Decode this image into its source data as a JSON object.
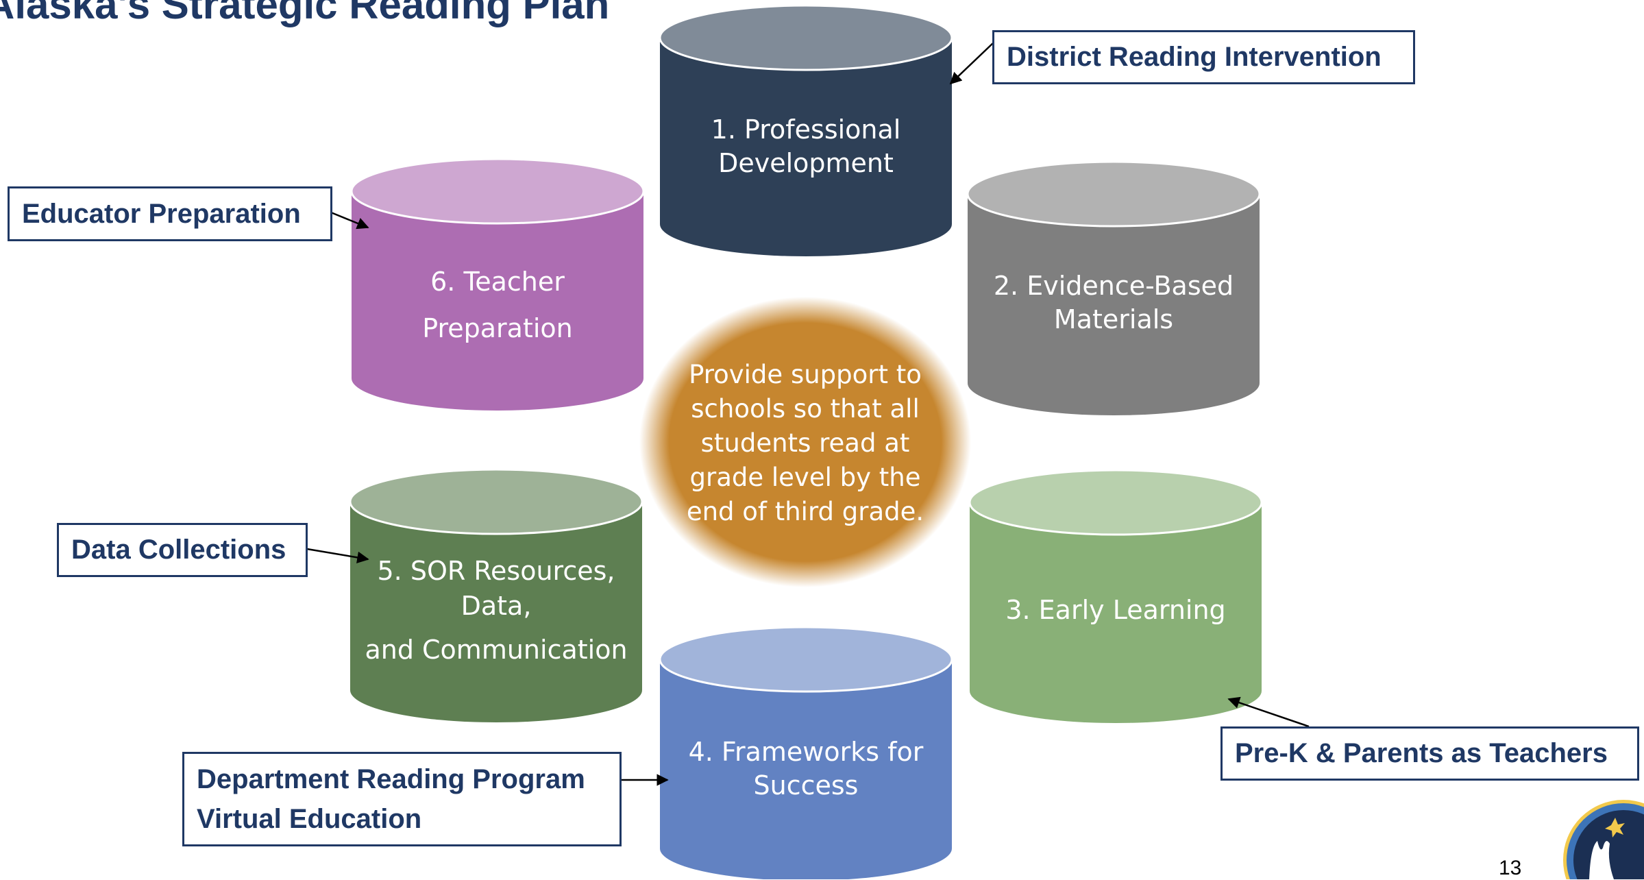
{
  "title": "Alaska's Strategic Reading Plan",
  "center": {
    "text": "Provide support to schools so that all students read at grade level by the end of third grade.",
    "color": "#c6862f"
  },
  "pillars": [
    {
      "id": "p1",
      "lines": [
        "1. Professional",
        "Development"
      ],
      "body_color": "#2e4057",
      "top_color": "#808b98"
    },
    {
      "id": "p2",
      "lines": [
        "2. Evidence-Based",
        "Materials"
      ],
      "body_color": "#7f7f7f",
      "top_color": "#b2b2b2"
    },
    {
      "id": "p3",
      "lines": [
        "3. Early Learning"
      ],
      "body_color": "#89b077",
      "top_color": "#b8d0ad"
    },
    {
      "id": "p4",
      "lines": [
        "4. Frameworks  for",
        "Success"
      ],
      "body_color": "#6282c2",
      "top_color": "#a1b4da"
    },
    {
      "id": "p5",
      "lines": [
        "5. SOR Resources,",
        "Data,",
        "and Communication"
      ],
      "body_color": "#5e7f52",
      "top_color": "#9eb297"
    },
    {
      "id": "p6",
      "lines": [
        "6. Teacher",
        "Preparation"
      ],
      "body_color": "#ad6db2",
      "top_color": "#cea7d1"
    }
  ],
  "callouts": [
    {
      "id": "district",
      "lines": [
        "District Reading Intervention"
      ]
    },
    {
      "id": "educator",
      "lines": [
        "Educator Preparation"
      ]
    },
    {
      "id": "data",
      "lines": [
        "Data Collections"
      ]
    },
    {
      "id": "department",
      "lines": [
        "Department Reading Program",
        "Virtual Education"
      ]
    },
    {
      "id": "prek",
      "lines": [
        "Pre-K & Parents as Teachers"
      ]
    }
  ],
  "page_number": "13",
  "colors": {
    "title": "#1f3864",
    "callout_border": "#1f3864",
    "arrow": "#000000"
  }
}
